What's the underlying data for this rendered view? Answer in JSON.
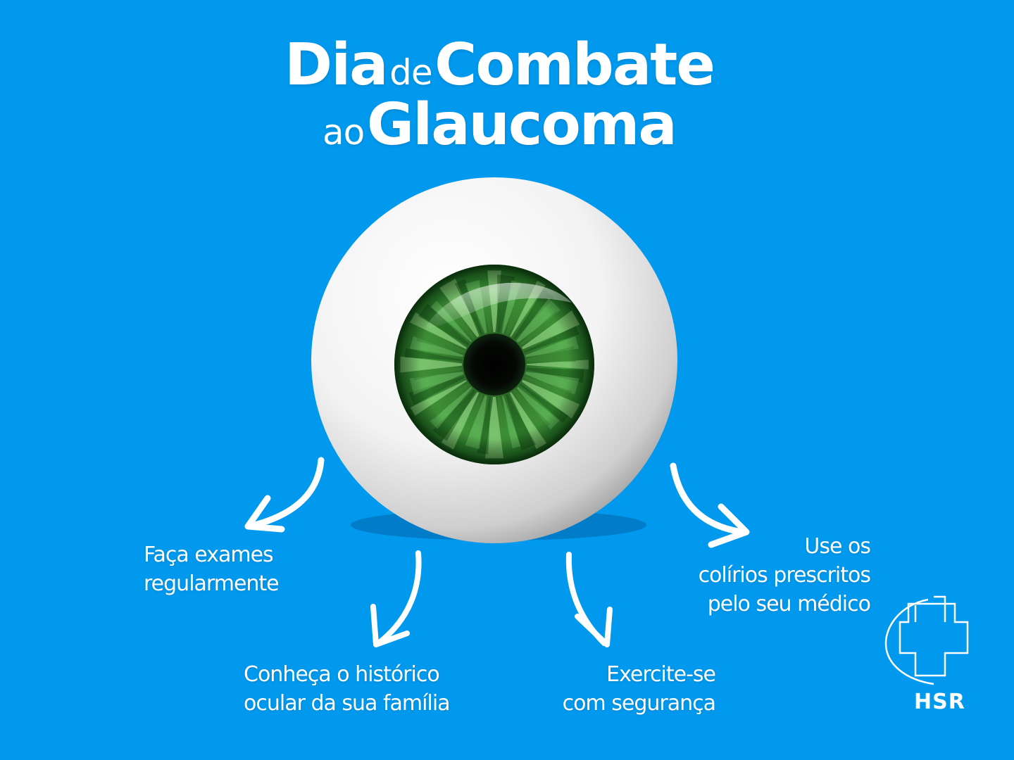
{
  "colors": {
    "background": "#0099ee",
    "text": "#ffffff",
    "iris": "#2c8a2c"
  },
  "title": {
    "line1": {
      "word1": "Dia",
      "word2": "de",
      "word3": "Combate"
    },
    "line2": {
      "word1": "ao",
      "word2": "Glaucoma"
    }
  },
  "tips": [
    {
      "lines": [
        "Faça exames",
        "regularmente"
      ]
    },
    {
      "lines": [
        "Conheça o histórico",
        "ocular da sua família"
      ]
    },
    {
      "lines": [
        "Exercite-se",
        "com segurança"
      ]
    },
    {
      "lines": [
        "Use os",
        "colírios prescritos",
        "pelo seu médico"
      ]
    }
  ],
  "logo": {
    "text": "HSR",
    "icon": "cross-icon"
  },
  "illustration": {
    "icon": "eye-icon",
    "arrow_icon": "arrow-icon"
  }
}
